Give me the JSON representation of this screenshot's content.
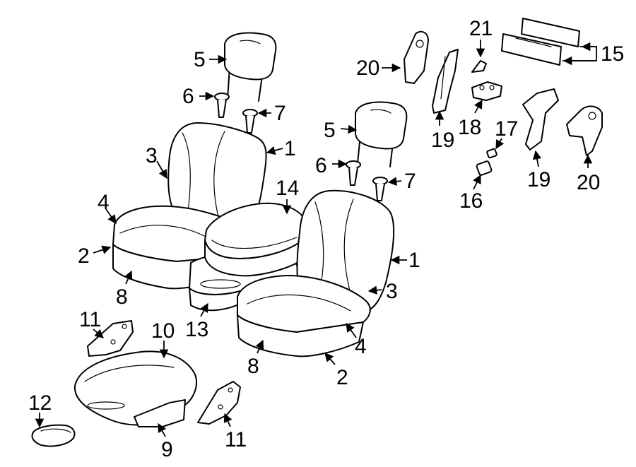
{
  "diagram": {
    "callouts": [
      {
        "id": "c1a",
        "text": "1"
      },
      {
        "id": "c1b",
        "text": "1"
      },
      {
        "id": "c2a",
        "text": "2"
      },
      {
        "id": "c2b",
        "text": "2"
      },
      {
        "id": "c3a",
        "text": "3"
      },
      {
        "id": "c3b",
        "text": "3"
      },
      {
        "id": "c4a",
        "text": "4"
      },
      {
        "id": "c4b",
        "text": "4"
      },
      {
        "id": "c5a",
        "text": "5"
      },
      {
        "id": "c5b",
        "text": "5"
      },
      {
        "id": "c6a",
        "text": "6"
      },
      {
        "id": "c6b",
        "text": "6"
      },
      {
        "id": "c7a",
        "text": "7"
      },
      {
        "id": "c7b",
        "text": "7"
      },
      {
        "id": "c8a",
        "text": "8"
      },
      {
        "id": "c8b",
        "text": "8"
      },
      {
        "id": "c9",
        "text": "9"
      },
      {
        "id": "c10",
        "text": "10"
      },
      {
        "id": "c11a",
        "text": "11"
      },
      {
        "id": "c11b",
        "text": "11"
      },
      {
        "id": "c12",
        "text": "12"
      },
      {
        "id": "c13",
        "text": "13"
      },
      {
        "id": "c14",
        "text": "14"
      },
      {
        "id": "c15",
        "text": "15"
      },
      {
        "id": "c16",
        "text": "16"
      },
      {
        "id": "c17",
        "text": "17"
      },
      {
        "id": "c18",
        "text": "18"
      },
      {
        "id": "c19a",
        "text": "19"
      },
      {
        "id": "c19b",
        "text": "19"
      },
      {
        "id": "c20a",
        "text": "20"
      },
      {
        "id": "c20b",
        "text": "20"
      },
      {
        "id": "c21",
        "text": "21"
      }
    ]
  }
}
